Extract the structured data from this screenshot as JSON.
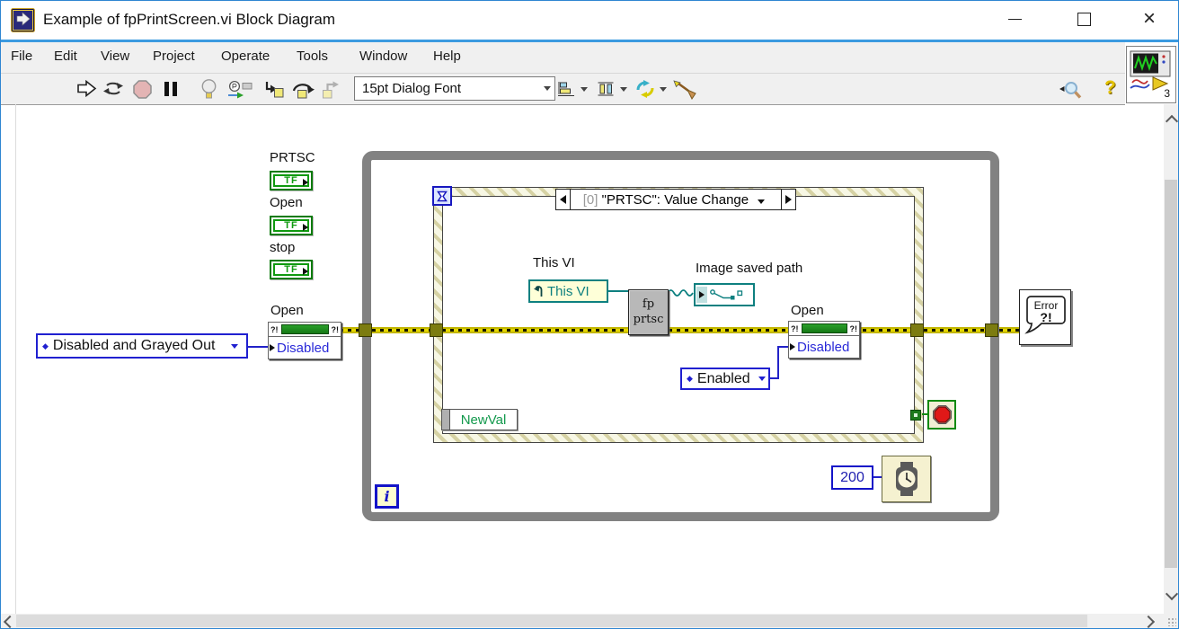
{
  "window": {
    "title": "Example of fpPrintScreen.vi Block Diagram"
  },
  "menu": {
    "items": [
      "File",
      "Edit",
      "View",
      "Project",
      "Operate",
      "Tools",
      "Window",
      "Help"
    ]
  },
  "toolbar": {
    "font_selector": "15pt Dialog Font",
    "vi_icon_badge": "3",
    "icons": [
      "run",
      "run-continuously",
      "abort-execution",
      "pause",
      "highlight-execution",
      "retain-wire-values",
      "step-into",
      "step-over",
      "step-out",
      "align-objects",
      "distribute-objects",
      "resize-objects",
      "cleanup-diagram",
      "search",
      "help"
    ]
  },
  "diagram": {
    "booleans": [
      {
        "label": "PRTSC",
        "text": "TF"
      },
      {
        "label": "Open",
        "text": "TF"
      },
      {
        "label": "stop",
        "text": "TF"
      }
    ],
    "enum_constant_left": {
      "value": "Disabled and Grayed Out"
    },
    "property_node_left": {
      "label": "Open",
      "marker_left": "?!",
      "marker_right": "?!",
      "property": "Disabled"
    },
    "event_structure": {
      "case_index": "[0]",
      "case_name": "\"PRTSC\": Value Change",
      "event_data_field": "NewVal"
    },
    "vi_reference": {
      "label": "This VI",
      "value": "This VI"
    },
    "subvi": {
      "line1": "fp",
      "line2": "prtsc"
    },
    "path_indicator": {
      "label": "Image saved path"
    },
    "property_node_inner": {
      "label": "Open",
      "marker_left": "?!",
      "marker_right": "?!",
      "property": "Disabled"
    },
    "enum_constant_inner": {
      "value": "Enabled"
    },
    "wait_function": {
      "value": "200"
    },
    "while_loop": {
      "iteration_label": "i"
    },
    "error_handler": {
      "line1": "Error",
      "line2": "?!"
    }
  },
  "colors": {
    "window_accent": "#2f86d2",
    "chrome_gray": "#f0f0f0",
    "error_wire_yellow": "#e6d800",
    "boolean_green": "#0f9a0f",
    "enum_blue": "#2020d0",
    "refnum_teal": "#0e8080",
    "loop_gray": "#828282",
    "stop_red": "#e01818"
  }
}
